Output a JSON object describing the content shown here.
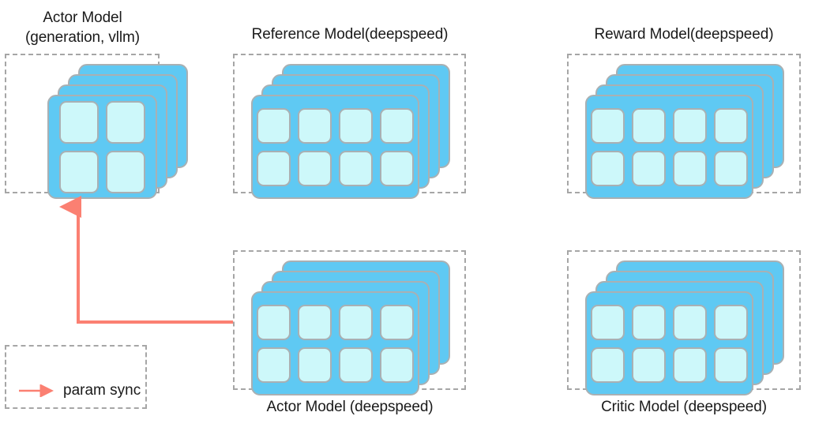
{
  "diagram": {
    "title_color": "#1a1a1a",
    "card_color": "#5fc9f3",
    "cell_color": "#cdf8fa",
    "card_border_color": "#a9b0b3",
    "group_border_color": "#a6a6a6",
    "arrow_color": "#fb8072"
  },
  "groups": [
    {
      "id": "actor-vllm",
      "label": "Actor Model\n(generation, vllm)",
      "label_position": "top",
      "stack_count": 4,
      "grid": "2x2",
      "cells": 4
    },
    {
      "id": "reference-model",
      "label": "Reference Model(deepspeed)",
      "label_position": "top",
      "stack_count": 4,
      "grid": "4x2",
      "cells": 8
    },
    {
      "id": "reward-model",
      "label": "Reward Model(deepspeed)",
      "label_position": "top",
      "stack_count": 4,
      "grid": "4x2",
      "cells": 8
    },
    {
      "id": "actor-deepspeed",
      "label": "Actor Model (deepspeed)",
      "label_position": "bottom",
      "stack_count": 4,
      "grid": "4x2",
      "cells": 8
    },
    {
      "id": "critic-model",
      "label": "Critic Model (deepspeed)",
      "label_position": "bottom",
      "stack_count": 4,
      "grid": "4x2",
      "cells": 8
    }
  ],
  "legend": {
    "label": "param sync",
    "arrow_color": "#fb8072"
  },
  "connection": {
    "from": "actor-deepspeed",
    "to": "actor-vllm",
    "kind": "param sync"
  }
}
